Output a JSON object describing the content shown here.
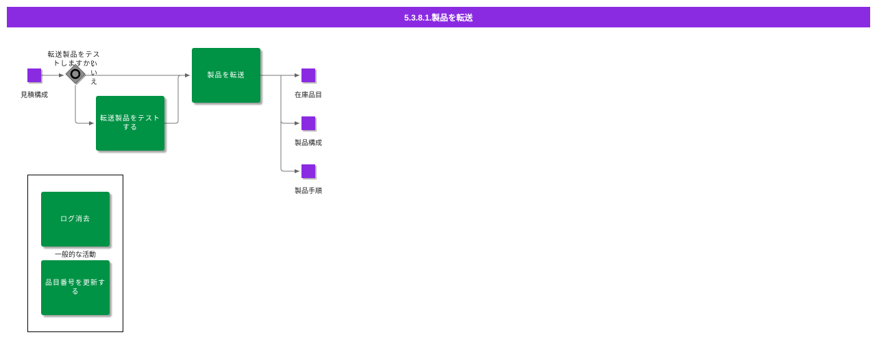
{
  "header": {
    "title": "5.3.8.1.製品を転送"
  },
  "nodes": {
    "start_label": "見積構成",
    "gateway_question": "転送製品をテストしますか?",
    "gateway_no": "いいえ",
    "test_task": "転送製品をテストする",
    "transfer_task": "製品を転送",
    "out1": "在庫品目",
    "out2": "製品構成",
    "out3": "製品手順"
  },
  "group": {
    "label": "一般的な活動",
    "task1": "ログ消去",
    "task2": "品目番号を更新する"
  },
  "colors": {
    "header": "#8a2be2",
    "task": "#009245",
    "data": "#8a2be2",
    "gateway": "#7f7f7f"
  }
}
